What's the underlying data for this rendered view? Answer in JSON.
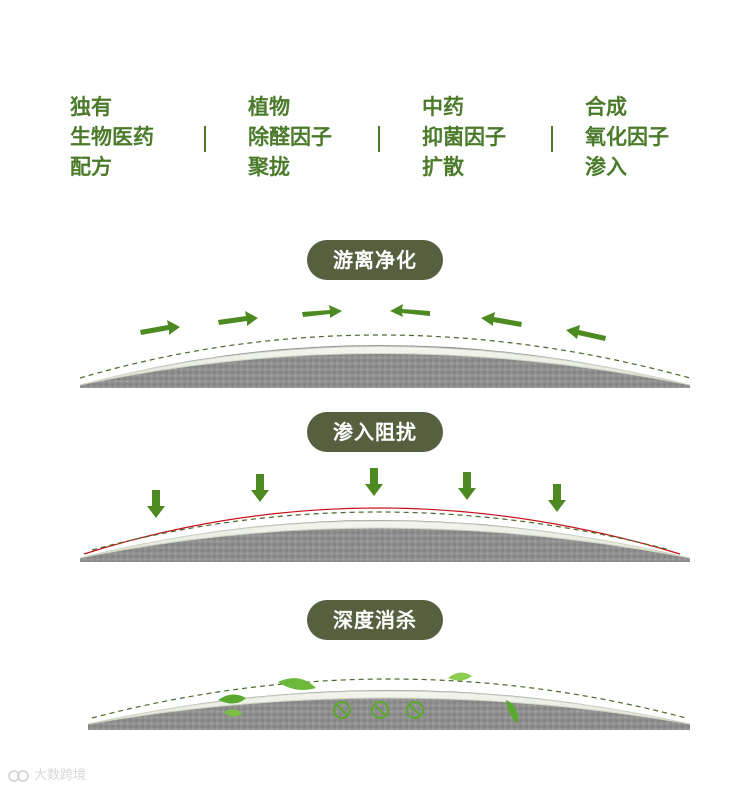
{
  "features": [
    {
      "lines": [
        "独有",
        "生物医药",
        "配方"
      ]
    },
    {
      "lines": [
        "植物",
        "除醛因子",
        "聚拢"
      ]
    },
    {
      "lines": [
        "中药",
        "抑菌因子",
        "扩散"
      ]
    },
    {
      "lines": [
        "合成",
        "氧化因子",
        "渗入"
      ]
    }
  ],
  "stages": [
    {
      "label": "游离净化"
    },
    {
      "label": "渗入阻扰"
    },
    {
      "label": "深度消杀"
    }
  ],
  "watermark": {
    "text": "大数跨境"
  },
  "colors": {
    "accent_green": "#4a7a2a",
    "pill_bg": "#56603f",
    "arrow_green": "#4e8a22",
    "filter_gray": "#8f8f8f",
    "barrier_red": "#c8101a"
  },
  "icons": [
    "arrow-right-icon",
    "arrow-left-icon",
    "arrow-down-icon",
    "leaf-icon",
    "virus-blocked-icon"
  ]
}
